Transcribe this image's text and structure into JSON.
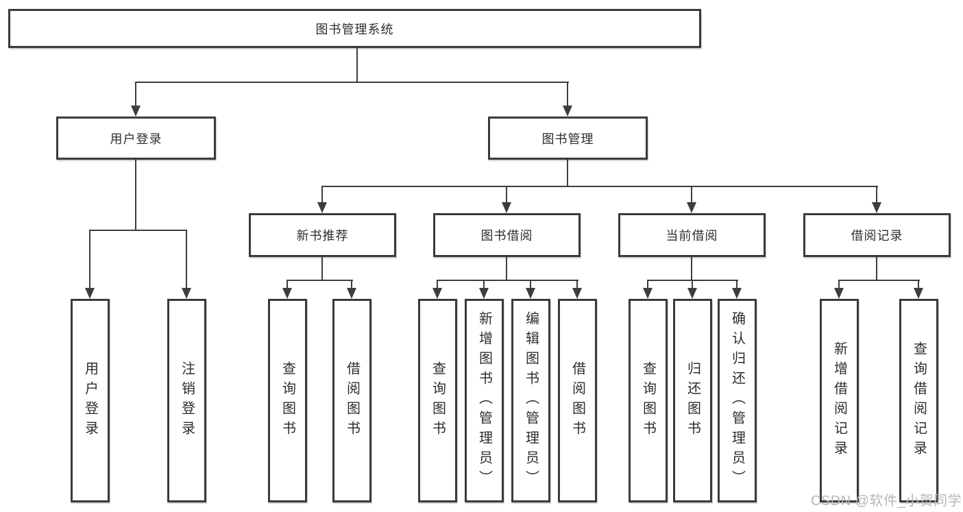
{
  "page": {
    "background": "#ffffff"
  },
  "colors": {
    "box_border": "#3a3a3a",
    "connector_line": "#3d3d3d",
    "text": "#2d2d2d",
    "watermark_text": "#b9b6b6"
  },
  "icons": {
    "arrowhead": "arrow-down-triangle"
  },
  "tree": {
    "root": "图书管理系统",
    "children": [
      {
        "label": "用户登录",
        "children": [
          "用户登录",
          "注销登录"
        ]
      },
      {
        "label": "图书管理",
        "children": [
          {
            "label": "新书推荐",
            "children": [
              "查询图书",
              "借阅图书"
            ]
          },
          {
            "label": "图书借阅",
            "children": [
              "查询图书",
              "新增图书（管理员）",
              "编辑图书（管理员）",
              "借阅图书"
            ]
          },
          {
            "label": "当前借阅",
            "children": [
              "查询图书",
              "归还图书",
              "确认归还（管理员）"
            ]
          },
          {
            "label": "借阅记录",
            "children": [
              "新增借阅记录",
              "查询借阅记录"
            ]
          }
        ]
      }
    ]
  },
  "watermark": {
    "text": "CSDN @软件_小贺同学"
  }
}
